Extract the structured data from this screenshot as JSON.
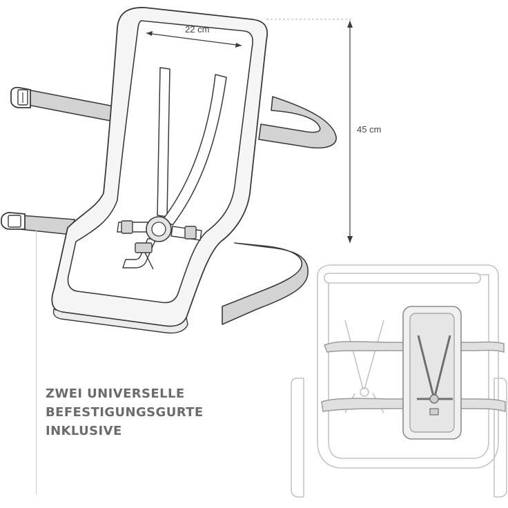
{
  "dimensions": {
    "width_label": "22 cm",
    "height_label": "45 cm"
  },
  "caption": {
    "lines": [
      "ZWEI UNIVERSELLE",
      "BEFESTIGUNGSGURTE",
      "INKLUSIVE"
    ]
  },
  "colors": {
    "outline": "#3a3a3a",
    "strap_fill": "#d3d3d3",
    "seat_fill": "#f5f5f5",
    "caption_text": "#6b6b6b",
    "faded_outline": "#c4c4c4"
  }
}
